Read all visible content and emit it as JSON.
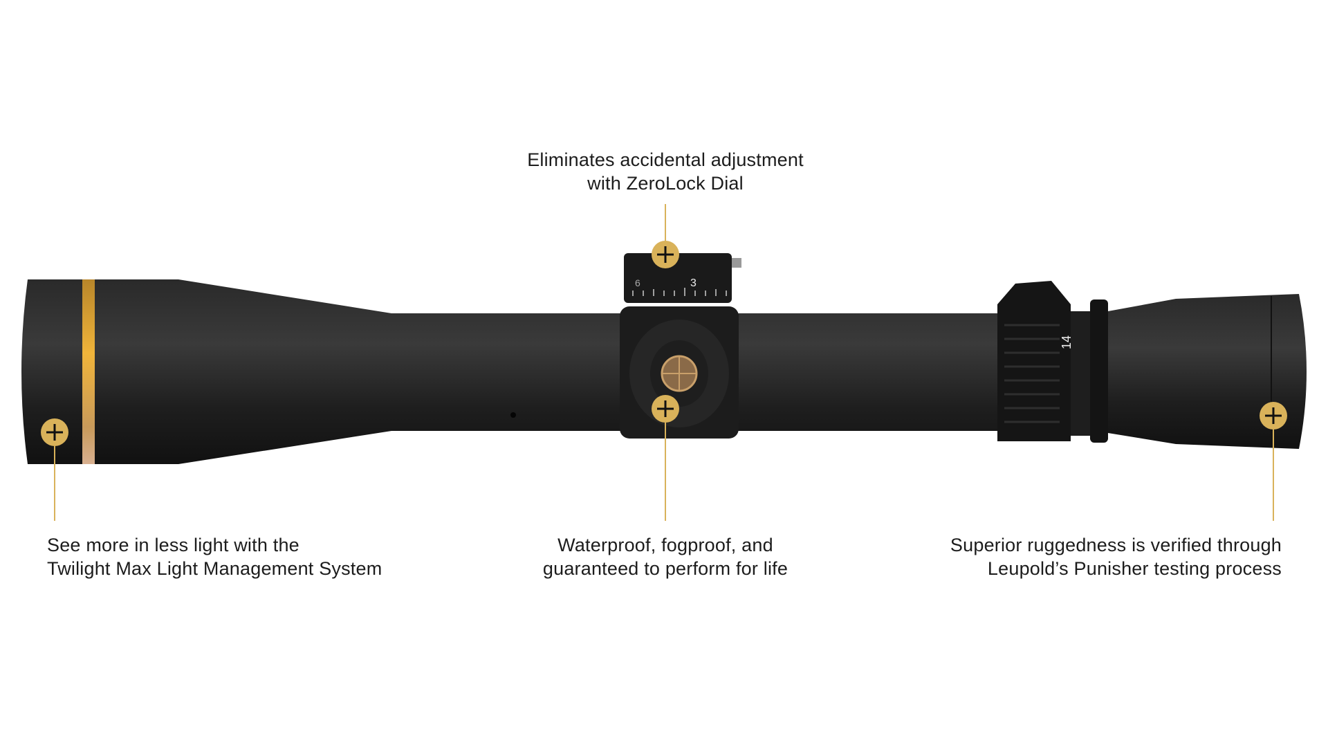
{
  "callouts": {
    "top": {
      "line1": "Eliminates accidental adjustment",
      "line2": "with ZeroLock Dial"
    },
    "left": {
      "line1": "See more in less light with the",
      "line2": "Twilight Max Light Management System"
    },
    "middle": {
      "line1": "Waterproof, fogproof, and",
      "line2": "guaranteed to perform for life"
    },
    "right": {
      "line1": "Superior ruggedness is verified through",
      "line2": "Leupold’s Punisher testing process"
    }
  },
  "scope": {
    "dial_numbers": [
      "6",
      "3"
    ],
    "magnification_mark": "14"
  },
  "colors": {
    "accent": "#d9b25a",
    "scope_body": "#1f1f1f",
    "text": "#1c1c1c"
  },
  "icons": {
    "marker": "plus-icon"
  }
}
